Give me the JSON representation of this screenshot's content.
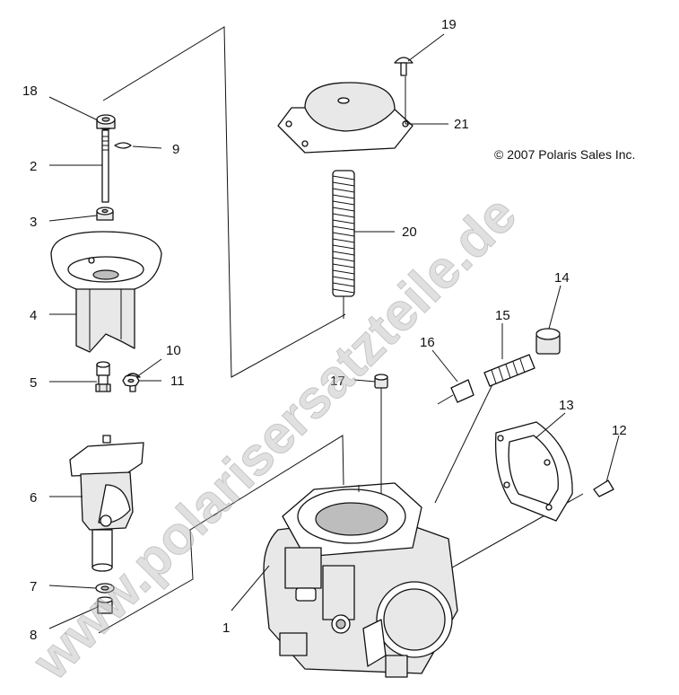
{
  "copyright": "© 2007 Polaris Sales Inc.",
  "watermark": "www.polarisersatzteile.de",
  "colors": {
    "line": "#111111",
    "watermark": "#b4b4b4",
    "background": "#ffffff"
  },
  "callouts": {
    "c1": "1",
    "c2": "2",
    "c3": "3",
    "c4": "4",
    "c5": "5",
    "c6": "6",
    "c7": "7",
    "c8": "8",
    "c9": "9",
    "c10": "10",
    "c11": "11",
    "c12": "12",
    "c13": "13",
    "c14": "14",
    "c15": "15",
    "c16": "16",
    "c17": "17",
    "c18": "18",
    "c19": "19",
    "c20": "20",
    "c21": "21"
  }
}
